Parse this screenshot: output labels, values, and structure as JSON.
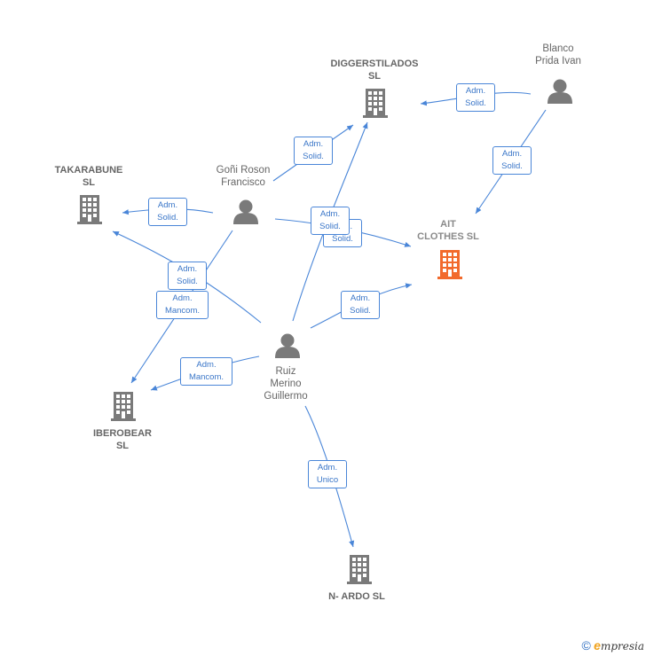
{
  "colors": {
    "edge": "#4a86d8",
    "company": "#7a7a7a",
    "person": "#7a7a7a",
    "highlight": "#f26a2c"
  },
  "nodes": {
    "diggerstilados": {
      "label": "DIGGERSTILADOS\nSL",
      "kind": "company"
    },
    "blanco": {
      "label": "Blanco\nPrida Ivan",
      "kind": "person"
    },
    "takarabune": {
      "label": "TAKARABUNE\nSL",
      "kind": "company"
    },
    "goni": {
      "label": "Goñi Roson\nFrancisco",
      "kind": "person"
    },
    "ait": {
      "label": "AIT\nCLOTHES  SL",
      "kind": "company-highlight"
    },
    "ruiz": {
      "label": "Ruiz\nMerino\nGuillermo",
      "kind": "person"
    },
    "iberobear": {
      "label": "IBEROBEAR\nSL",
      "kind": "company"
    },
    "nardo": {
      "label": "N- ARDO  SL",
      "kind": "company"
    }
  },
  "edges": {
    "blanco_digger": "Adm.\nSolid.",
    "blanco_ait": "Adm.\nSolid.",
    "goni_digger": "Adm.\nSolid.",
    "goni_takarabune": "Adm.\nSolid.",
    "goni_ait": "Adm.\nSolid.",
    "ruiz_digger": "Adm.\nSolid.",
    "ruiz_takarabune": "Adm.\nSolid.",
    "goni_iberobear": "Adm.\nMancom.",
    "ruiz_ait": "Adm.\nSolid.",
    "ruiz_iberobear": "Adm.\nMancom.",
    "ruiz_nardo": "Adm.\nUnico"
  },
  "footer": {
    "copyright": "©",
    "brand_initial": "e",
    "brand_rest": "mpresia"
  }
}
